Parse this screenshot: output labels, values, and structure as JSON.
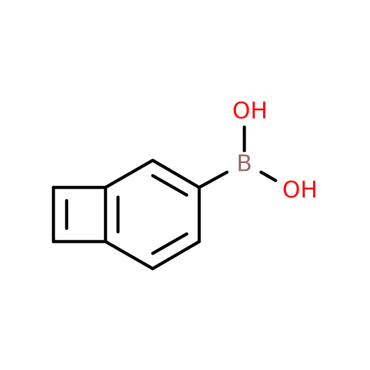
{
  "molecule": {
    "atoms": {
      "boron": {
        "label": "B",
        "color": "#9c6b6b"
      },
      "oh_top": {
        "label": "OH",
        "color": "#ff0d0d"
      },
      "oh_right": {
        "label": "OH",
        "color": "#ff0d0d"
      }
    },
    "bond_color": "#000000"
  }
}
